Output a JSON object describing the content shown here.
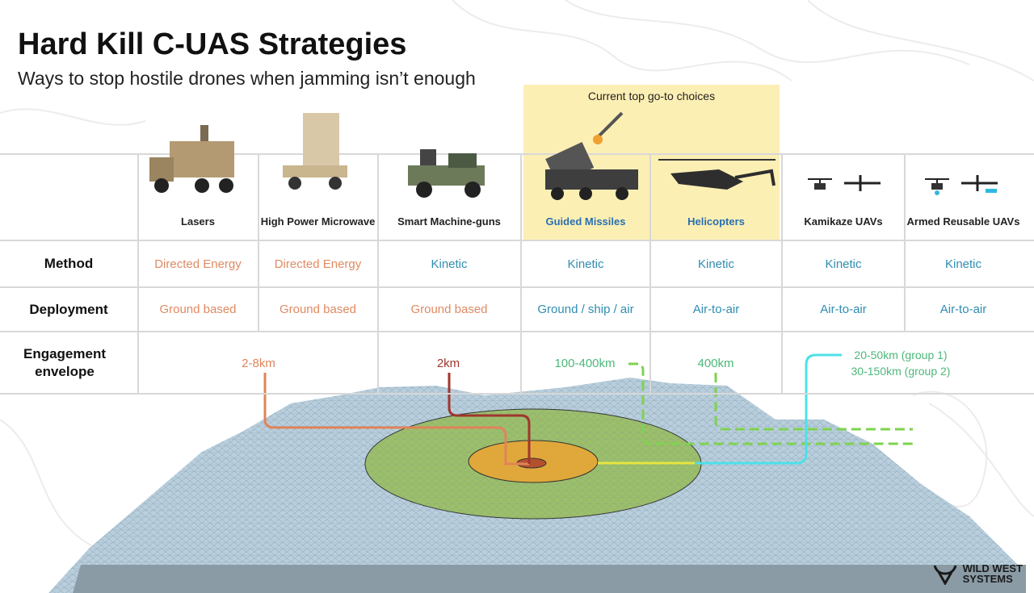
{
  "title": "Hard Kill C-UAS Strategies",
  "subtitle": "Ways to stop hostile drones when jamming isn’t enough",
  "highlight_label": "Current top go-to choices",
  "row_labels": {
    "method": "Method",
    "deployment": "Deployment",
    "engagement": "Engagement envelope"
  },
  "columns": [
    {
      "name": "Lasers",
      "method": "Directed Energy",
      "deployment": "Ground based"
    },
    {
      "name": "High Power Microwave",
      "method": "Directed Energy",
      "deployment": "Ground based"
    },
    {
      "name": "Smart Machine-guns",
      "method": "Kinetic",
      "deployment": "Ground based"
    },
    {
      "name": "Guided Missiles",
      "method": "Kinetic",
      "deployment": "Ground / ship / air"
    },
    {
      "name": "Helicopters",
      "method": "Kinetic",
      "deployment": "Air-to-air"
    },
    {
      "name": "Kamikaze UAVs",
      "method": "Kinetic",
      "deployment": "Air-to-air"
    },
    {
      "name": "Armed Reusable UAVs",
      "method": "Kinetic",
      "deployment": "Air-to-air"
    }
  ],
  "engagement": {
    "lasers_microwave": "2-8km",
    "machine_guns": "2km",
    "missiles": "100-400km",
    "helicopters": "400km",
    "uav_group1": "20-50km (group 1)",
    "uav_group2": "30-150km (group 2)"
  },
  "colors": {
    "directed_energy": "#e08a62",
    "kinetic": "#2f8db0",
    "highlight": "#fcefb4",
    "range_green": "#4cb87a"
  },
  "logo": {
    "line1": "WILD WEST",
    "line2": "SYSTEMS"
  }
}
